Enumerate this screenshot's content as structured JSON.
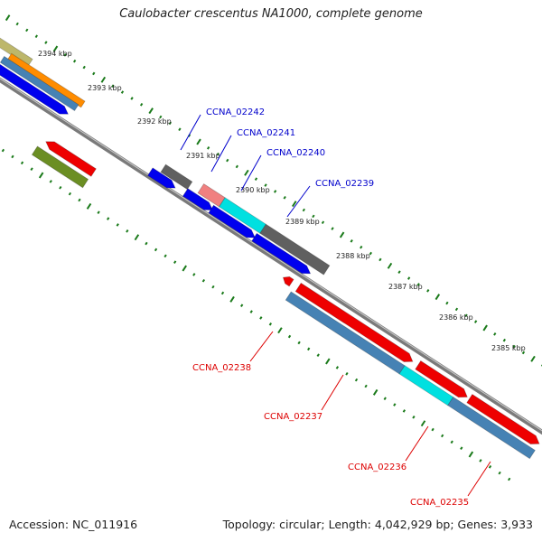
{
  "title": "Caulobacter crescentus NA1000, complete genome",
  "accession": "Accession: NC_011916",
  "summary": "Topology: circular; Length: 4,042,929 bp; Genes: 3,933",
  "colors": {
    "backbone": "#8a8a8a",
    "tick": "#1a7a1a",
    "red": "#ee0000",
    "blue": "#0000ee",
    "steelblue": "#4682b4",
    "olive": "#6b8e23",
    "gray": "#606060",
    "cyan": "#00e0e0",
    "salmon": "#f08080",
    "orange": "#ff8c00",
    "khaki": "#bdb76b",
    "label_top": "#0000cc",
    "label_bottom": "#dd0000"
  },
  "kbp_labels": [
    "2394 kbp",
    "2393 kbp",
    "2392 kbp",
    "2391 kbp",
    "2390 kbp",
    "2389 kbp",
    "2388 kbp",
    "2387 kbp",
    "2386 kbp",
    "2385 kbp"
  ],
  "gene_labels_top": [
    "CCNA_02242",
    "CCNA_02241",
    "CCNA_02240",
    "CCNA_02239"
  ],
  "gene_labels_bottom": [
    "CCNA_02238",
    "CCNA_02237",
    "CCNA_02236",
    "CCNA_02235"
  ]
}
